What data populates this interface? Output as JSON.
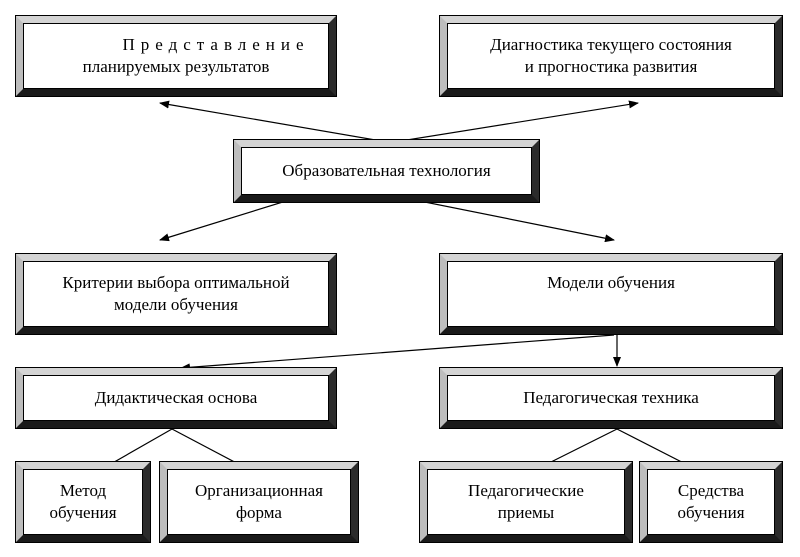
{
  "nodes": {
    "planned_results": {
      "lines": [
        "Представление",
        "планируемых результатов"
      ]
    },
    "diagnostics": {
      "lines": [
        "Диагностика текущего состояния",
        "и прогностика развития"
      ]
    },
    "edu_tech": {
      "lines": [
        "Образовательная технология"
      ]
    },
    "criteria": {
      "lines": [
        "Критерии выбора оптимальной",
        "модели обучения"
      ]
    },
    "models": {
      "lines": [
        "Модели обучения"
      ]
    },
    "didactic": {
      "lines": [
        "Дидактическая основа"
      ]
    },
    "ped_technique": {
      "lines": [
        "Педагогическая техника"
      ]
    },
    "method": {
      "lines": [
        "Метод",
        "обучения"
      ]
    },
    "org_form": {
      "lines": [
        "Организационная",
        "форма"
      ]
    },
    "ped_techniques": {
      "lines": [
        "Педагогические",
        "приемы"
      ]
    },
    "means": {
      "lines": [
        "Средства",
        "обучения"
      ]
    }
  },
  "edges": [
    {
      "from": "edu_tech",
      "to": "planned_results"
    },
    {
      "from": "edu_tech",
      "to": "diagnostics"
    },
    {
      "from": "edu_tech",
      "to": "criteria"
    },
    {
      "from": "edu_tech",
      "to": "models"
    },
    {
      "from": "models",
      "to": "didactic"
    },
    {
      "from": "models",
      "to": "ped_technique"
    },
    {
      "from": "didactic",
      "to": "method"
    },
    {
      "from": "didactic",
      "to": "org_form"
    },
    {
      "from": "ped_technique",
      "to": "ped_techniques"
    },
    {
      "from": "ped_technique",
      "to": "means"
    }
  ]
}
